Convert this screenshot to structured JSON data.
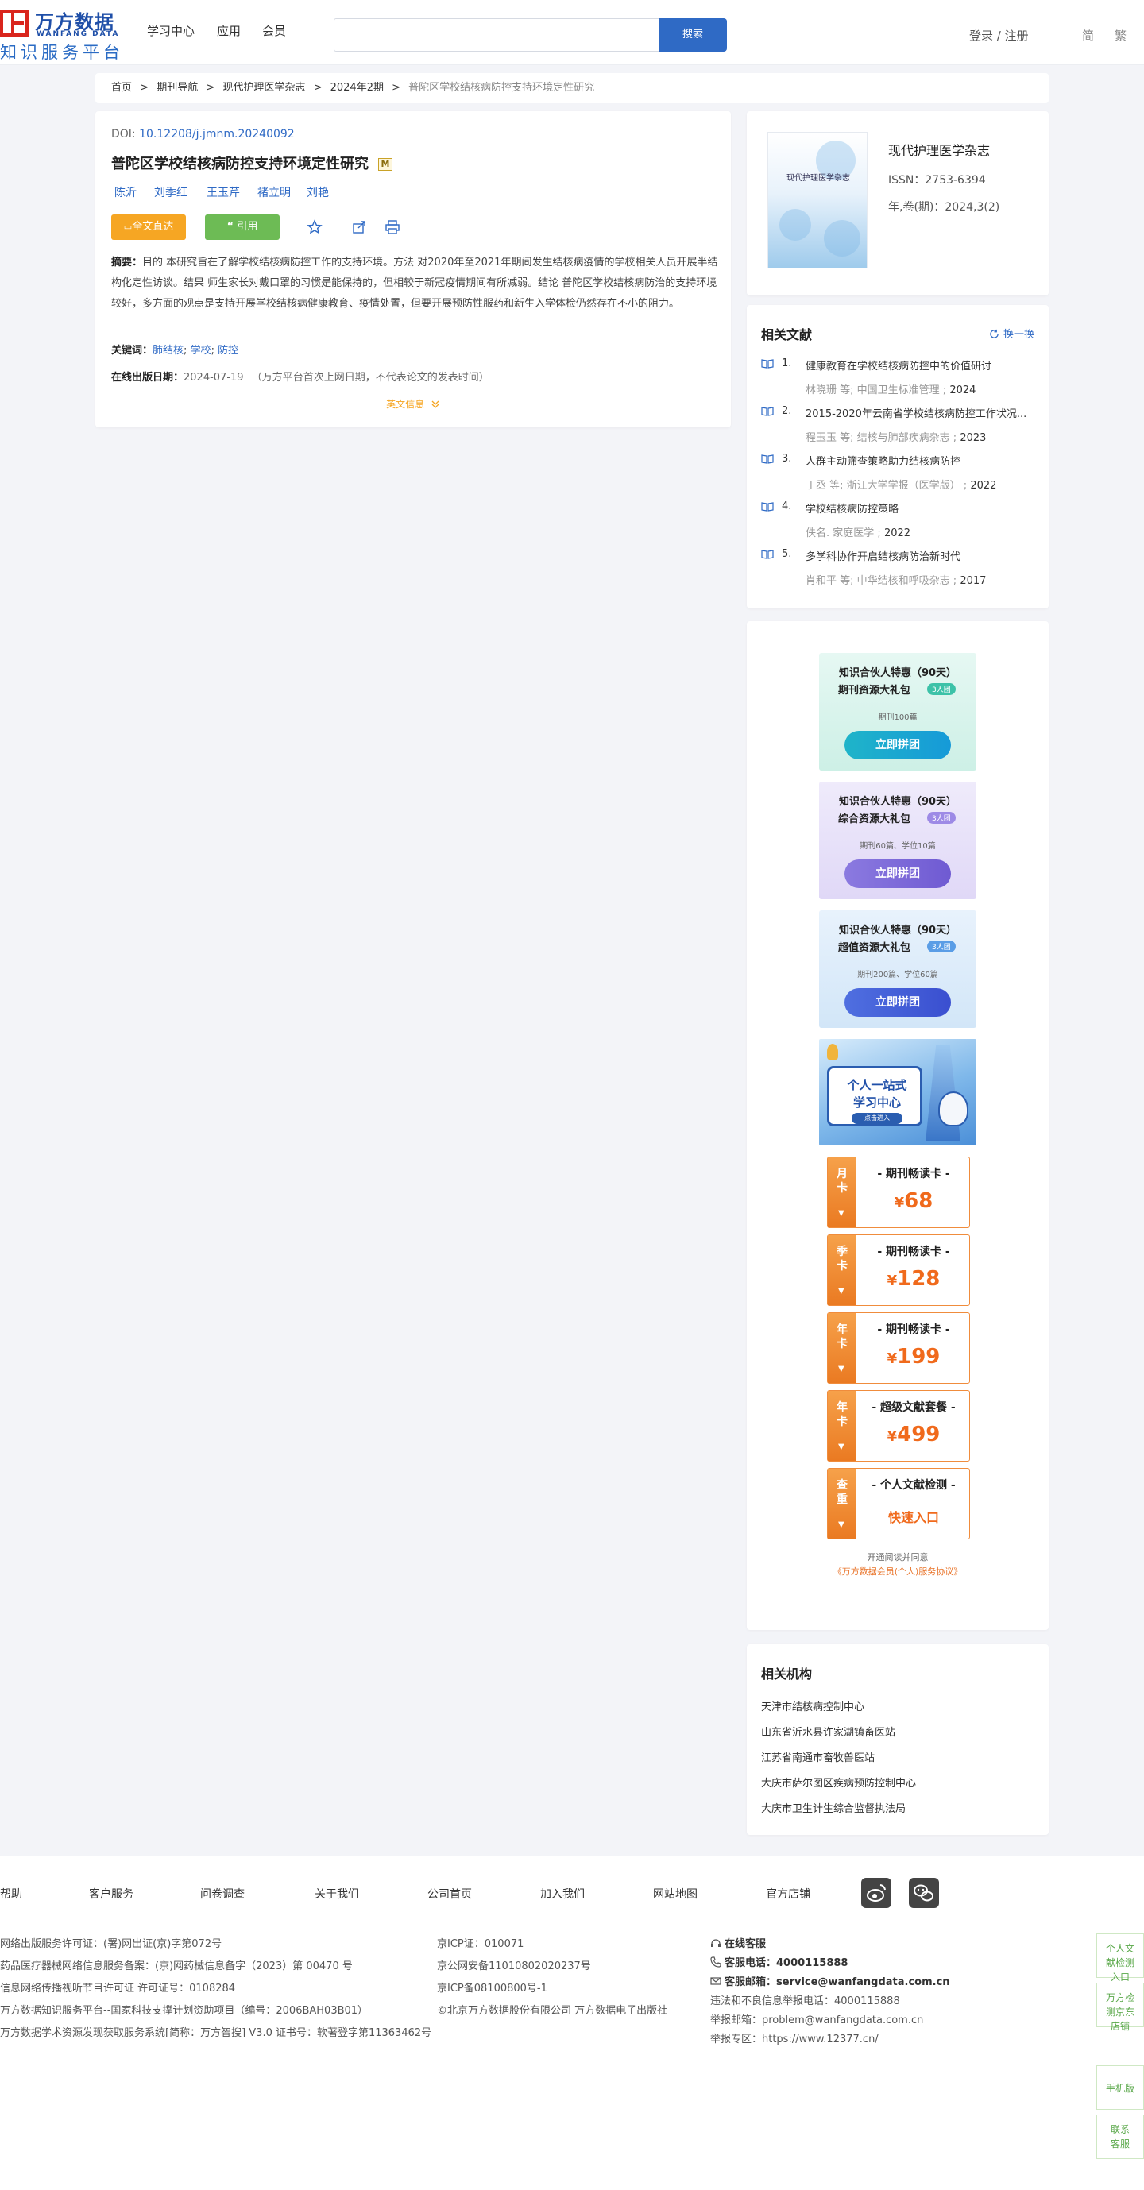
{
  "header": {
    "logo": {
      "cn": "万方数据",
      "en": "WANFANG DATA",
      "sub": "知识服务平台"
    },
    "nav": [
      "学习中心",
      "应用",
      "会员"
    ],
    "search": {
      "value": "",
      "button": "搜索"
    },
    "login": "登录 / 注册",
    "lang": [
      "简",
      "繁"
    ]
  },
  "breadcrumb": [
    "首页",
    "期刊导航",
    "现代护理医学杂志",
    "2024年2期"
  ],
  "breadcrumb_current": "普陀区学校结核病防控支持环境定性研究",
  "breadcrumb_sep": ">",
  "article": {
    "doi_label": "DOI:",
    "doi": "10.12208/j.jmnm.20240092",
    "title": "普陀区学校结核病防控支持环境定性研究",
    "badge": "M",
    "authors": [
      "陈沂",
      "刘季红",
      "王玉芹",
      "褚立明",
      "刘艳"
    ],
    "btn_full": "全文直达",
    "btn_cite": "引用",
    "abstract_label": "摘要：",
    "abstract": "目的 本研究旨在了解学校结核病防控工作的支持环境。方法 对2020年至2021年期间发生结核病疫情的学校相关人员开展半结构化定性访谈。结果 师生家长对戴口罩的习惯是能保持的，但相较于新冠疫情期间有所减弱。结论 普陀区学校结核病防治的支持环境较好，多方面的观点是支持开展学校结核病健康教育、疫情处置，但要开展预防性服药和新生入学体检仍然存在不小的阻力。",
    "keywords_label": "关键词：",
    "keywords": [
      "肺结核",
      "学校",
      "防控"
    ],
    "keywords_sep": ";",
    "pub_label": "在线出版日期：",
    "pub_date": "2024-07-19",
    "pub_note": "（万方平台首次上网日期，不代表论文的发表时间）",
    "en_info": "英文信息"
  },
  "journal": {
    "cover_title": "现代护理医学杂志",
    "name": "现代护理医学杂志",
    "issn": "ISSN：2753-6394",
    "year": "年,卷(期)：2024,3(2)"
  },
  "related": {
    "title": "相关文献",
    "swap": "换一换",
    "items": [
      {
        "num": "1.",
        "title": "健康教育在学校结核病防控中的价值研讨",
        "authors": "林晓珊  等;",
        "source": "中国卫生标准管理",
        "year": "2024"
      },
      {
        "num": "2.",
        "title": "2015-2020年云南省学校结核病防控工作状况...",
        "authors": "程玉玉  等;",
        "source": "结核与肺部疾病杂志",
        "year": "2023"
      },
      {
        "num": "3.",
        "title": "人群主动筛查策略助力结核病防控",
        "authors": "丁丞  等;",
        "source": "浙江大学学报（医学版）",
        "year": "2022"
      },
      {
        "num": "4.",
        "title": "学校结核病防控策略",
        "authors": "佚名.",
        "source": "家庭医学",
        "year": "2022"
      },
      {
        "num": "5.",
        "title": "多学科协作开启结核病防治新时代",
        "authors": "肖和平  等;",
        "source": "中华结核和呼吸杂志",
        "year": "2017"
      }
    ]
  },
  "promo": {
    "packages": [
      {
        "t1": "知识合伙人特惠（90天）",
        "t2": "期刊资源大礼包",
        "tag": "3人团",
        "desc": "期刊100篇",
        "btn": "立即拼团"
      },
      {
        "t1": "知识合伙人特惠（90天）",
        "t2": "综合资源大礼包",
        "tag": "3人团",
        "desc": "期刊60篇、学位10篇",
        "btn": "立即拼团"
      },
      {
        "t1": "知识合伙人特惠（90天）",
        "t2": "超值资源大礼包",
        "tag": "3人团",
        "desc": "期刊200篇、学位60篇",
        "btn": "立即拼团"
      }
    ],
    "banner": {
      "t1": "个人一站式",
      "t2": "学习中心",
      "btn": "点击进入"
    },
    "cards": [
      {
        "side": "月卡",
        "name": "- 期刊畅读卡 -",
        "price": "68"
      },
      {
        "side": "季卡",
        "name": "- 期刊畅读卡 -",
        "price": "128"
      },
      {
        "side": "年卡",
        "name": "- 期刊畅读卡 -",
        "price": "199"
      },
      {
        "side": "年卡",
        "name": "- 超级文献套餐 -",
        "price": "499"
      },
      {
        "side": "查重",
        "name": "- 个人文献检测 -",
        "link": "快速入口"
      }
    ],
    "currency": "¥",
    "agree1": "开通阅读并同意",
    "agree2": "《万方数据会员(个人)服务协议》"
  },
  "orgs": {
    "title": "相关机构",
    "items": [
      "天津市结核病控制中心",
      "山东省沂水县许家湖镇畜医站",
      "江苏省南通市畜牧兽医站",
      "大庆市萨尔图区疾病预防控制中心",
      "大庆市卫生计生综合监督执法局"
    ]
  },
  "footer": {
    "nav": [
      "帮助",
      "客户服务",
      "问卷调查",
      "关于我们",
      "公司首页",
      "加入我们",
      "网站地图",
      "官方店铺"
    ],
    "col1": [
      "网络出版服务许可证：(署)网出证(京)字第072号",
      "药品医疗器械网络信息服务备案：(京)网药械信息备字（2023）第 00470 号",
      "信息网络传播视听节目许可证 许可证号：0108284",
      "万方数据知识服务平台--国家科技支撑计划资助项目（编号：2006BAH03B01）",
      "万方数据学术资源发现获取服务系统[简称：万方智搜] V3.0 证书号：软著登字第11363462号"
    ],
    "col2": [
      "京ICP证：010071",
      "京公网安备11010802020237号",
      "京ICP备08100800号-1",
      "©北京万方数据股份有限公司 万方数据电子出版社"
    ],
    "col3_online": "在线客服",
    "phone_label": "客服电话：",
    "phone": "4000115888",
    "email_label": "客服邮箱：",
    "email": "service@wanfangdata.com.cn",
    "col3_rest": [
      "违法和不良信息举报电话：4000115888",
      "举报邮箱：problem@wanfangdata.com.cn",
      "举报专区：https://www.12377.cn/"
    ]
  },
  "side_float": [
    "个人文献检测入口",
    "万方检测京东店铺",
    "手机版",
    "联系客服"
  ],
  "colors": {
    "primary": "#2f6ac5",
    "orange": "#f6a623",
    "green": "#6dbb55",
    "price": "#f06a1c"
  },
  "icons": [
    "star-icon",
    "share-icon",
    "print-icon",
    "refresh-icon",
    "book-icon",
    "weibo-icon",
    "wechat-icon",
    "headset-icon",
    "phone-icon",
    "mail-icon",
    "chevron-down-icon"
  ]
}
